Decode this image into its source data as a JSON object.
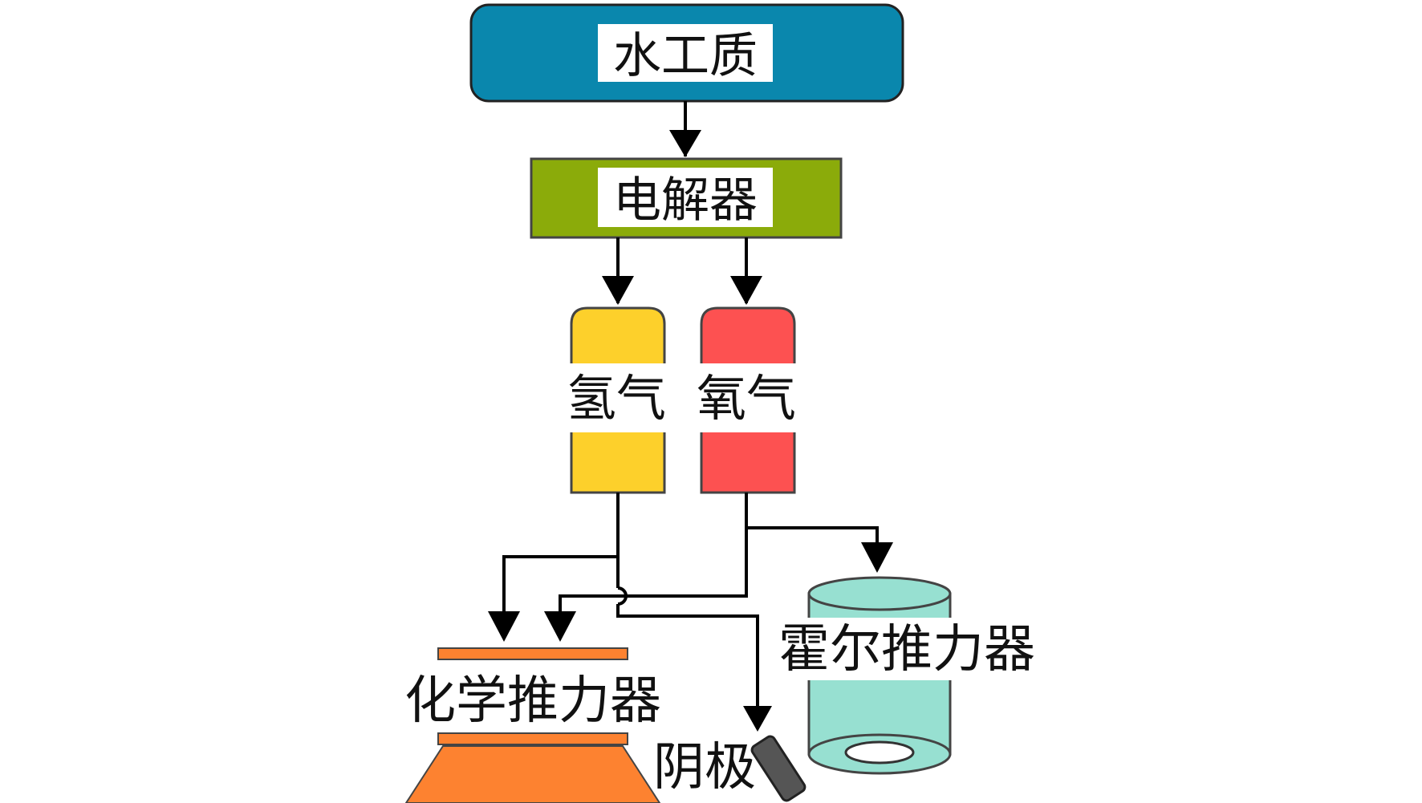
{
  "nodes": {
    "water": {
      "label": "水工质",
      "color": "#0a87ad"
    },
    "electrolyzer": {
      "label": "电解器",
      "color": "#8bab0a"
    },
    "hydrogen": {
      "label": "氢气",
      "color": "#fdd02b"
    },
    "oxygen": {
      "label": "氧气",
      "color": "#fd5151"
    },
    "chemical_thruster": {
      "label": "化学推力器",
      "color": "#fd8230"
    },
    "hall_thruster": {
      "label": "霍尔推力器",
      "color": "#97e0d1"
    },
    "cathode": {
      "label": "阴极",
      "color": "#555555"
    }
  }
}
